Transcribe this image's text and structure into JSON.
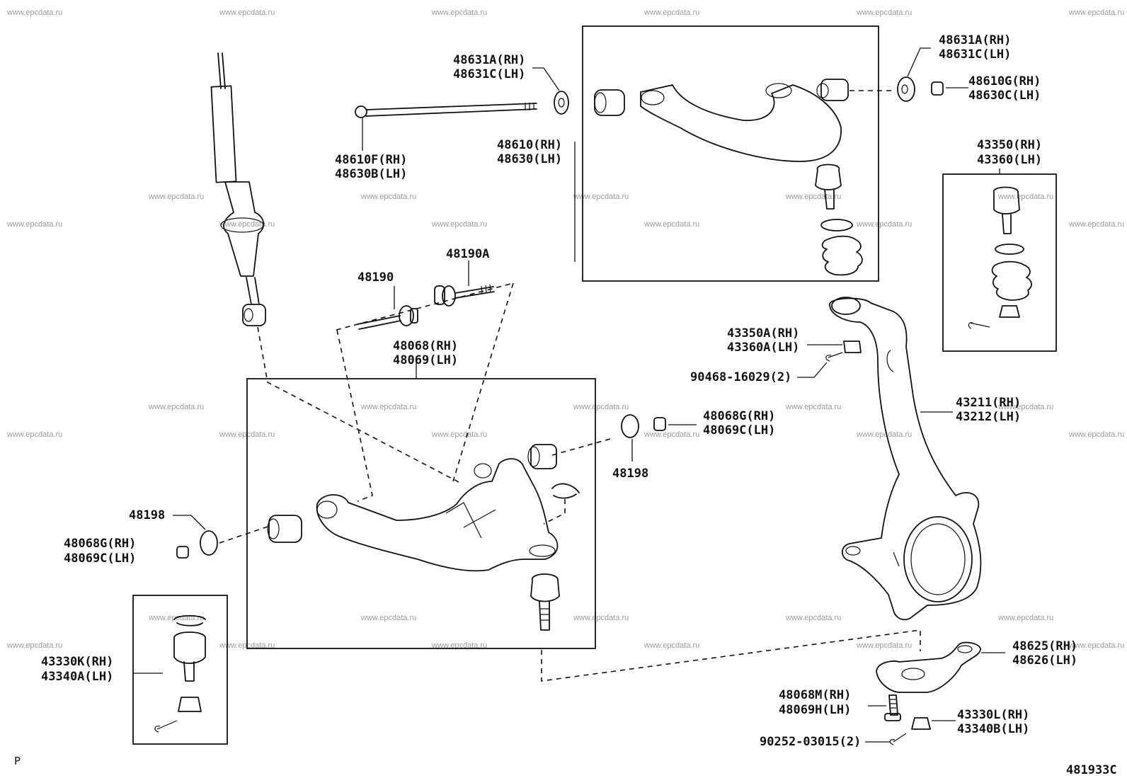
{
  "watermark": "www.epcdata.ru",
  "diagram_code": "481933C",
  "corner_mark": "P",
  "labels": {
    "l_48631A": "48631A(RH)",
    "l_48631C": "48631C(LH)",
    "l_48610F": "48610F(RH)",
    "l_48630B": "48630B(LH)",
    "l_48610": "48610(RH)",
    "l_48630": "48630(LH)",
    "r_48631A": "48631A(RH)",
    "r_48631C": "48631C(LH)",
    "r_48610G": "48610G(RH)",
    "r_48630C": "48630C(LH)",
    "l_43350": "43350(RH)",
    "l_43360": "43360(LH)",
    "l_48190A": "48190A",
    "l_48190": "48190",
    "l_48068": "48068(RH)",
    "l_48069": "48069(LH)",
    "l_43350A": "43350A(RH)",
    "l_43360A": "43360A(LH)",
    "l_90468": "90468-16029(2)",
    "l_43211": "43211(RH)",
    "l_43212": "43212(LH)",
    "r_48068G": "48068G(RH)",
    "r_48069C": "48069C(LH)",
    "r_48198": "48198",
    "l_48198": "48198",
    "l_48068G": "48068G(RH)",
    "l_48069C": "48069C(LH)",
    "l_43330K": "43330K(RH)",
    "l_43340A": "43340A(LH)",
    "l_48625": "48625(RH)",
    "l_48626": "48626(LH)",
    "l_48068M": "48068M(RH)",
    "l_48069H": "48069H(LH)",
    "l_43330L": "43330L(RH)",
    "l_43340B": "43340B(LH)",
    "l_90252": "90252-03015(2)"
  }
}
